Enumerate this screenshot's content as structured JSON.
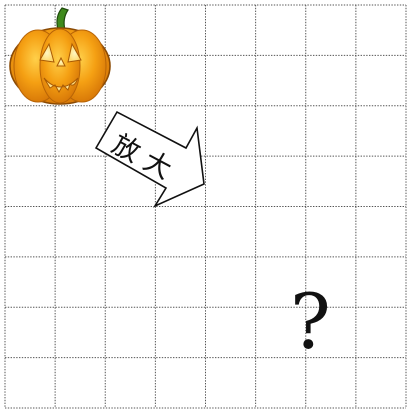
{
  "grid": {
    "columns": 8,
    "rows": 8,
    "line_color": "#555555",
    "line_style": "dotted"
  },
  "pumpkin": {
    "icon": "jack-o-lantern-icon",
    "colors": {
      "body": "#f5a013",
      "shade": "#d97a08",
      "stem": "#3f8a1c",
      "glow": "#ffe98a"
    }
  },
  "arrow": {
    "label": "放 大",
    "direction": "right-down",
    "icon": "right-arrow-icon"
  },
  "question_mark": {
    "text": "?"
  }
}
